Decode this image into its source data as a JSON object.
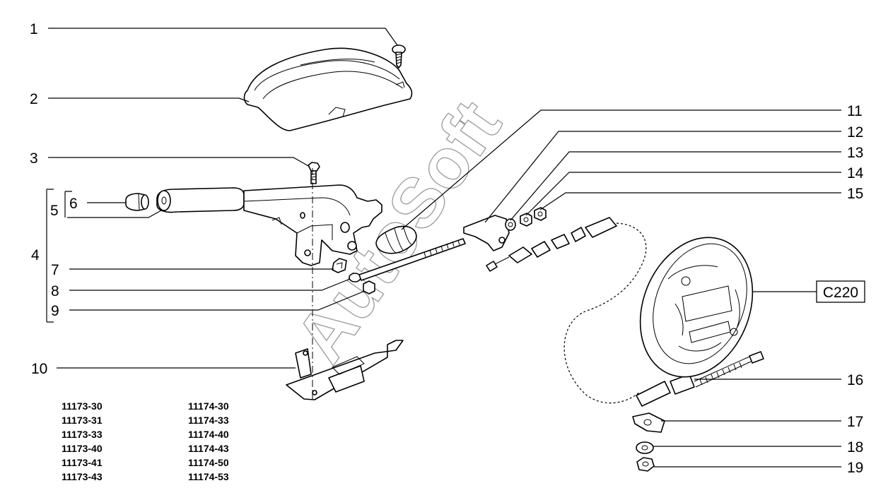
{
  "labels": {
    "l1": "1",
    "l2": "2",
    "l3": "3",
    "l4": "4",
    "l5": "5",
    "l6": "6",
    "l7": "7",
    "l8": "8",
    "l9": "9",
    "l10": "10",
    "l11": "11",
    "l12": "12",
    "l13": "13",
    "l14": "14",
    "l15": "15",
    "l16": "16",
    "l17": "17",
    "l18": "18",
    "l19": "19"
  },
  "reference_box": "C220",
  "watermark": "AutoSoft",
  "model_codes": {
    "col1": [
      "11173-30",
      "11173-31",
      "11173-33",
      "11173-40",
      "11173-41",
      "11173-43"
    ],
    "col2": [
      "11174-30",
      "11174-33",
      "11174-40",
      "11174-43",
      "11174-50",
      "11174-53"
    ]
  }
}
